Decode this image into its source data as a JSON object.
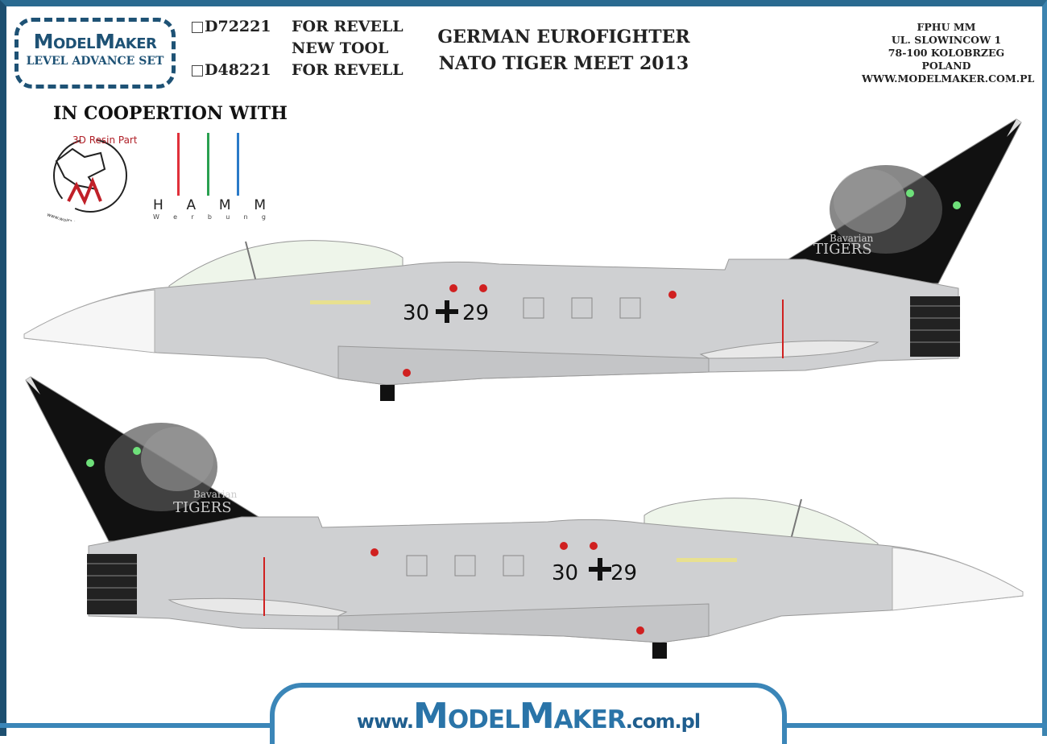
{
  "brand": {
    "name": "ModelMaker",
    "subtitle": "LEVEL ADVANCE SET"
  },
  "codes": [
    {
      "code": "D72221",
      "lines": [
        "FOR REVELL",
        "NEW TOOL"
      ]
    },
    {
      "code": "D48221",
      "lines": [
        "FOR REVELL"
      ]
    }
  ],
  "title": {
    "line1": "GERMAN EUROFIGHTER",
    "line2": "NATO TIGER MEET 2013"
  },
  "address": [
    "FPHU MM",
    "UL. SLOWINCOW 1",
    "78-100 KOLOBRZEG",
    "POLAND",
    "WWW.MODELMAKER.COM.PL"
  ],
  "cooperation": {
    "heading": "IN COOPERTION WITH",
    "partner1": {
      "name": "3D Resin Parts",
      "url": "www.wolf3dresinparts.at"
    },
    "partner2": {
      "letters": [
        "H",
        "A",
        "M",
        "M"
      ],
      "sub": [
        "W",
        "e",
        "r",
        "b",
        "u",
        "n",
        "g"
      ],
      "bar_colors": [
        "#e0303a",
        "#2aa050",
        "#2a7ac8"
      ]
    }
  },
  "aircraft": {
    "serial_left": "30",
    "serial_right": "29",
    "tail_text_1": "Bavarian",
    "tail_text_2": "TIGERS",
    "fuselage_color": "#cfd0d2",
    "tail_color": "#111111",
    "eye_color": "#6ee07a"
  },
  "footer": {
    "prefix": "www.",
    "brand": "ModelMaker",
    "suffix": ".com.pl",
    "color": "#3b86b8"
  }
}
